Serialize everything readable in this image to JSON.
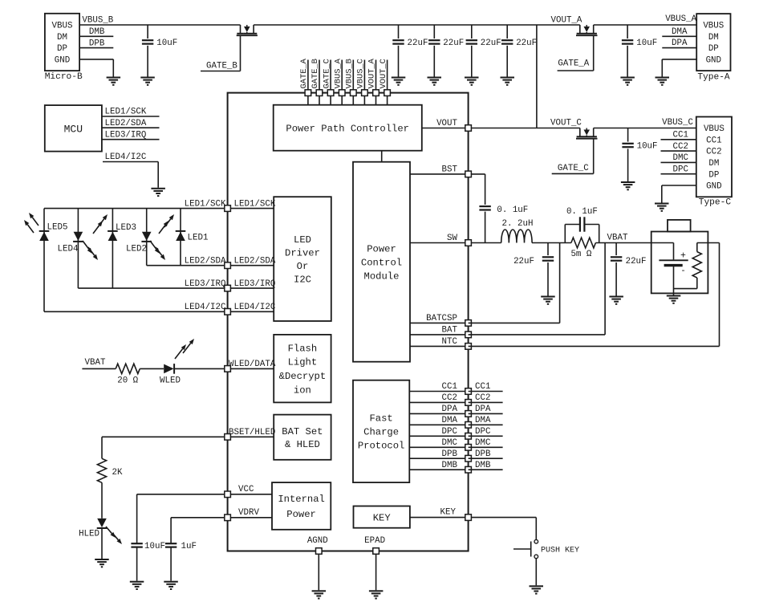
{
  "diagram": {
    "kind": "application-circuit-schematic",
    "subject": "USB power path / charger IC with LED driver and fast-charge protocol",
    "ink_color": "#1a1a1a",
    "background": "#ffffff"
  },
  "connectors": {
    "micro_b": {
      "name": "Micro-B",
      "pins": [
        "VBUS",
        "DM",
        "DP",
        "GND"
      ]
    },
    "type_a": {
      "name": "Type-A",
      "pins": [
        "VBUS",
        "DM",
        "DP",
        "GND"
      ]
    },
    "type_c": {
      "name": "Type-C",
      "pins": [
        "VBUS",
        "CC1",
        "CC2",
        "DM",
        "DP",
        "GND"
      ]
    }
  },
  "mcu": {
    "label": "MCU"
  },
  "ic": {
    "blocks": {
      "power_path": "Power Path Controller",
      "led_driver": [
        "LED",
        "Driver",
        "Or",
        "I2C"
      ],
      "power_control": [
        "Power",
        "Control",
        "Module"
      ],
      "flash": [
        "Flash",
        "Light",
        "&Decrypt",
        "ion"
      ],
      "bat_set": [
        "BAT Set",
        "& HLED"
      ],
      "internal_power": [
        "Internal",
        "Power"
      ],
      "fast_charge": [
        "Fast",
        "Charge",
        "Protocol"
      ],
      "key_block": "KEY"
    }
  },
  "ic_pins": {
    "led1_sck": "LED1/SCK",
    "led2_sda": "LED2/SDA",
    "led3_irq": "LED3/IRQ",
    "led4_i2c": "LED4/I2C",
    "wled_data": "WLED/DATA",
    "bset_hled": "BSET/HLED",
    "vcc": "VCC",
    "vdrv": "VDRV",
    "vout": "VOUT",
    "bst": "BST",
    "sw": "SW",
    "batcsp": "BATCSP",
    "bat": "BAT",
    "ntc": "NTC",
    "key": "KEY",
    "agnd": "AGND",
    "epad": "EPAD"
  },
  "nets": {
    "vbus_b": "VBUS_B",
    "dmb": "DMB",
    "dpb": "DPB",
    "vbus_a": "VBUS_A",
    "dma": "DMA",
    "dpa": "DPA",
    "vbus_c": "VBUS_C",
    "cc1": "CC1",
    "cc2": "CC2",
    "dmc": "DMC",
    "dpc": "DPC",
    "gate_a": "GATE_A",
    "gate_b": "GATE_B",
    "gate_c": "GATE_C",
    "vout_a": "VOUT_A",
    "vout_c": "VOUT_C",
    "vbat": "VBAT"
  },
  "components": {
    "c10uf": "10uF",
    "c22uf": "22uF",
    "c0_1uf": "0. 1uF",
    "c1uf": "1uF",
    "l2_2uh": "2. 2uH",
    "r20": "20 Ω",
    "r5m": "5m Ω",
    "r2k": "2K",
    "wled": "WLED",
    "hled": "HLED",
    "battery_plus": "+",
    "battery_minus": "-"
  },
  "leds": {
    "led1": "LED1",
    "led2": "LED2",
    "led3": "LED3",
    "led4": "LED4",
    "led5": "LED5"
  },
  "push_key": "PUSH KEY"
}
